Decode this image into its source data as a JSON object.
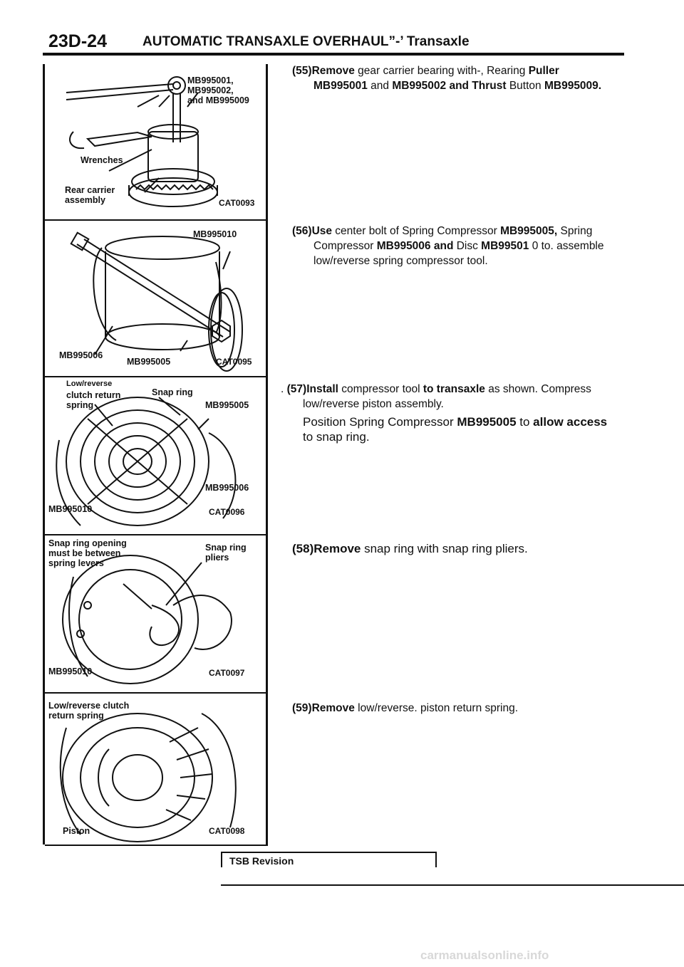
{
  "header": {
    "section_number": "23D-24",
    "title": "AUTOMATIC TRANSAXLE OVERHAUL”-’ Transaxle"
  },
  "figures": [
    {
      "labels": [
        "MB995001,",
        "MB995002,",
        "and MB995009",
        "Wrenches",
        "Rear carrier",
        "assembly"
      ],
      "code": "CAT0093"
    },
    {
      "labels": [
        "MB995010",
        "MB995006",
        "MB995005"
      ],
      "code": "CAT0095"
    },
    {
      "labels": [
        "Low/reverse",
        "clutch return",
        "Snap ring",
        "spring",
        "MB995005",
        "MB995006",
        "MB995010"
      ],
      "code": "CAT0096"
    },
    {
      "labels": [
        "Snap ring opening",
        "must be between",
        "spring levers",
        "Snap ring",
        "pliers",
        "MB995010"
      ],
      "code": "CAT0097"
    },
    {
      "labels": [
        "Low/reverse clutch",
        "return spring",
        "Piston"
      ],
      "code": "CAT0098"
    }
  ],
  "steps": {
    "s55": {
      "num": "(55)Remove",
      "t1": " gear carrier bearing with-, Rearing ",
      "r1": "Puller",
      "r2": "MB995001",
      "t2": " and ",
      "r3": "MB995002 and Thrust",
      "t3": " Button ",
      "r4": "MB995009."
    },
    "s56": {
      "num": "(56)Use",
      "t1": " center bolt of Spring Compressor ",
      "r1": "MB995005,",
      "t2": " Spring",
      "t3": "Compressor ",
      "r2": "MB995006 and",
      "t4": " Disc ",
      "r3": "MB99501",
      "t5": " 0 to. assemble",
      "t6": "low/reverse spring compressor tool."
    },
    "s57": {
      "prefix": ". ",
      "num": "(57)Install",
      "t1": " compressor tool ",
      "r1": "to transaxle",
      "t2": " as shown. Compress",
      "t3": "low/reverse piston assembly.",
      "t4": "Position Spring Compressor ",
      "r2": "MB995005",
      "t5": " to ",
      "r3": "allow access",
      "t6": "to snap ring."
    },
    "s58": {
      "num": "(58)Remove",
      "t1": " snap ring with snap ring pliers."
    },
    "s59": {
      "num": "(59)Remove",
      "t1": " low/reverse. piston return spring."
    }
  },
  "tsb": "TSB Revision",
  "footer": "carmanualsonline.info"
}
